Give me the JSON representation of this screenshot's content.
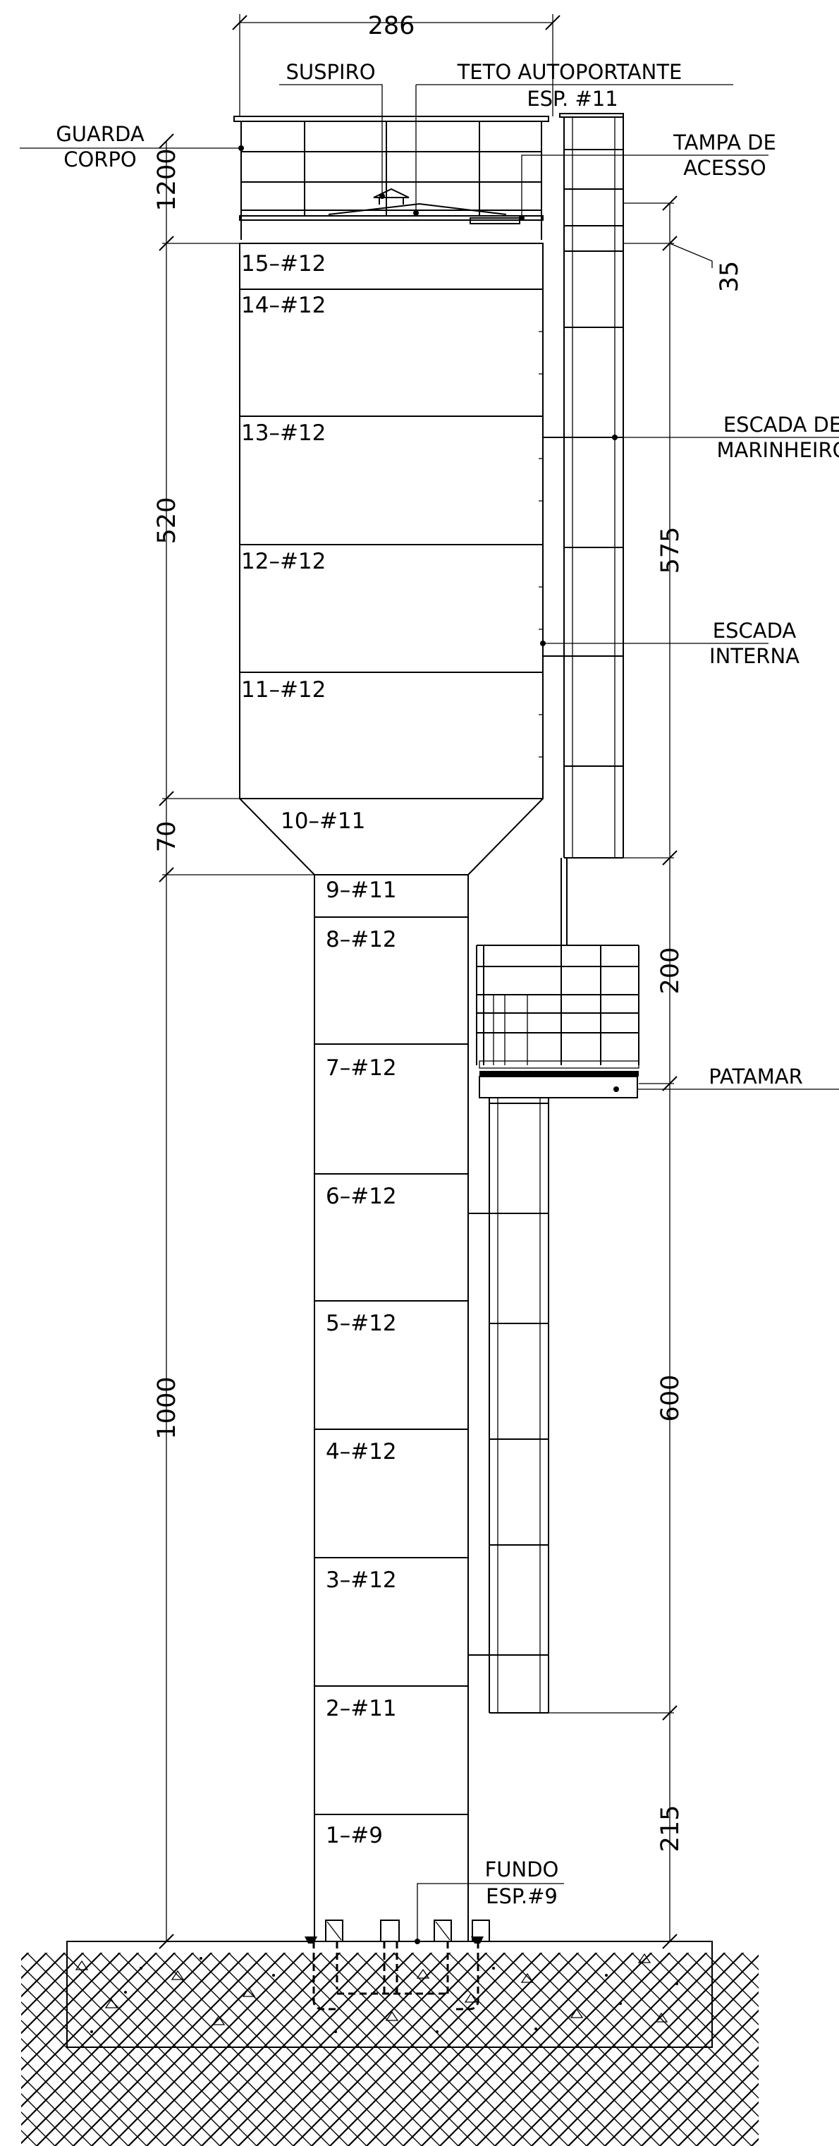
{
  "labels": {
    "width_dim": "286",
    "suspiro": "SUSPIRO",
    "teto": "TETO AUTOPORTANTE",
    "teto_esp": "ESP. #11",
    "guarda_1": "GUARDA",
    "guarda_2": "CORPO",
    "tampa_1": "TAMPA DE",
    "tampa_2": "ACESSO",
    "escada_mar_1": "ESCADA DE",
    "escada_mar_2": "MARINHEIRO",
    "escada_int_1": "ESCADA",
    "escada_int_2": "INTERNA",
    "patamar": "PATAMAR",
    "fundo_1": "FUNDO",
    "fundo_2": "ESP.#9"
  },
  "dimensions_left": {
    "guarda_height": "1200",
    "upper_body": "520",
    "cone": "70",
    "column": "1000"
  },
  "dimensions_right": {
    "roof_offset": "35",
    "upper_ladder": "575",
    "landing": "200",
    "lower_ladder": "600",
    "bottom": "215"
  },
  "upper_segments": [
    "15–#12",
    "14–#12",
    "13–#12",
    "12–#12",
    "11–#12"
  ],
  "cone_segment": "10–#11",
  "column_segments": [
    "9–#11",
    "8–#12",
    "7–#12",
    "6–#12",
    "5–#12",
    "4–#12",
    "3–#12",
    "2–#11",
    "1–#9"
  ]
}
